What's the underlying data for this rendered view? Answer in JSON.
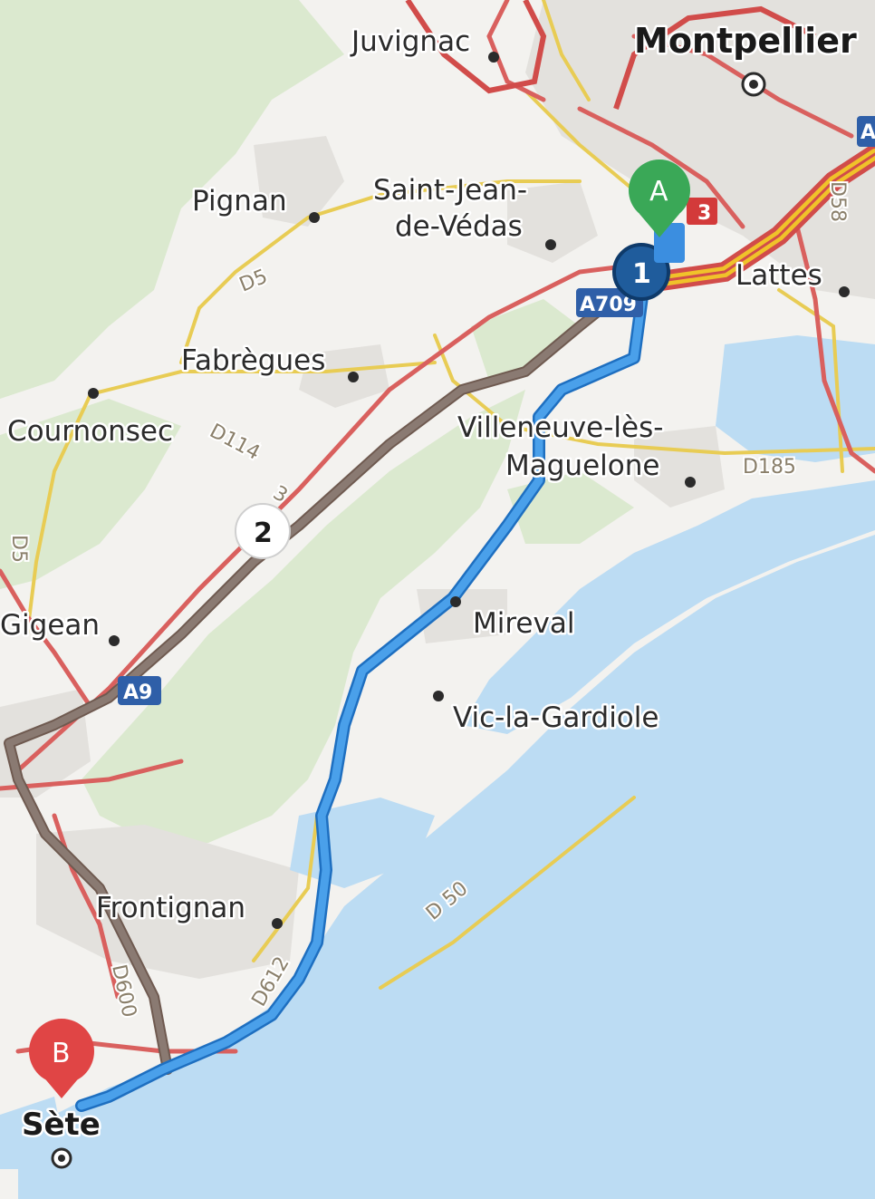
{
  "map": {
    "places": {
      "juvignac": "Juvignac",
      "montpellier": "Montpellier",
      "pignan": "Pignan",
      "saint_jean_1": "Saint-Jean-",
      "saint_jean_2": "de-Védas",
      "lattes": "Lattes",
      "fabregues": "Fabrègues",
      "cournonsec": "Cournonsec",
      "villeneuve_1": "Villeneuve-lès-",
      "villeneuve_2": "Maguelone",
      "mireval": "Mireval",
      "vic": "Vic-la-Gardiole",
      "gigean": "Gigean",
      "frontignan": "Frontignan",
      "sete": "Sète"
    },
    "roads": {
      "d5_a": "D5",
      "d5_b": "D5",
      "d114": "D114",
      "d185": "D185",
      "d58": "D58",
      "d50": "D 50",
      "d612": "D612",
      "d600": "D600",
      "road_3": "3"
    },
    "shields": {
      "a709": "A709",
      "a9": "A9",
      "a_top": "A",
      "a3": "3"
    },
    "markers": {
      "start": "A",
      "end": "B",
      "step_1": "1",
      "step_2": "2"
    },
    "colors": {
      "water": "#bcdcf3",
      "land": "#f3f2ef",
      "forest": "#dbe9cf",
      "urban": "#e3e1dd",
      "route_primary": "#3b8ee0",
      "route_alt": "#8a7a72",
      "motorway": "#f0c22a",
      "main_road": "#d9605e",
      "pin_start": "#3aa857",
      "pin_end": "#e04545",
      "step_badge": "#1f5c9c"
    }
  }
}
